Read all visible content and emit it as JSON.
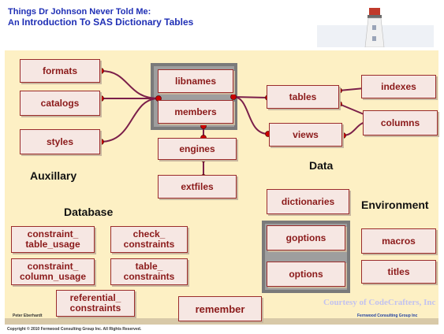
{
  "title": {
    "line1": "Things Dr Johnson Never Told Me:",
    "line2_prefix": "An ",
    "line2_main": "Introduction To SAS Dictionary Tables"
  },
  "boxes": {
    "formats": "formats",
    "catalogs": "catalogs",
    "styles": "styles",
    "libnames": "libnames",
    "members": "members",
    "engines": "engines",
    "extfiles": "extfiles",
    "tables": "tables",
    "views": "views",
    "indexes": "indexes",
    "columns": "columns",
    "dictionaries": "dictionaries",
    "goptions": "goptions",
    "options": "options",
    "macros": "macros",
    "titles": "titles",
    "constraint_table_usage": "constraint_ table_usage",
    "check_constraints": "check_ constraints",
    "constraint_column_usage": "constraint_ column_usage",
    "table_constraints": "table_ constraints",
    "referential_constraints": "referential_ constraints",
    "remember": "remember"
  },
  "sections": {
    "auxillary": "Auxillary",
    "data": "Data",
    "database": "Database",
    "environment": "Environment"
  },
  "credit": "Courtesy of CodeCrafters, Inc",
  "footer": {
    "left_author": "Peter Eberhardt",
    "right_company": "Fernwood Consulting Group Inc",
    "copyright": "Copyright © 2010 Fernwood Consulting Group Inc. All Rights Reserved."
  },
  "colors": {
    "title": "#1f2fb5",
    "box_text": "#8b1a1a",
    "box_border": "#9b2c2c",
    "panel": "#fdf0c4",
    "wire": "#7b1f4a",
    "node": "#cc0000"
  }
}
